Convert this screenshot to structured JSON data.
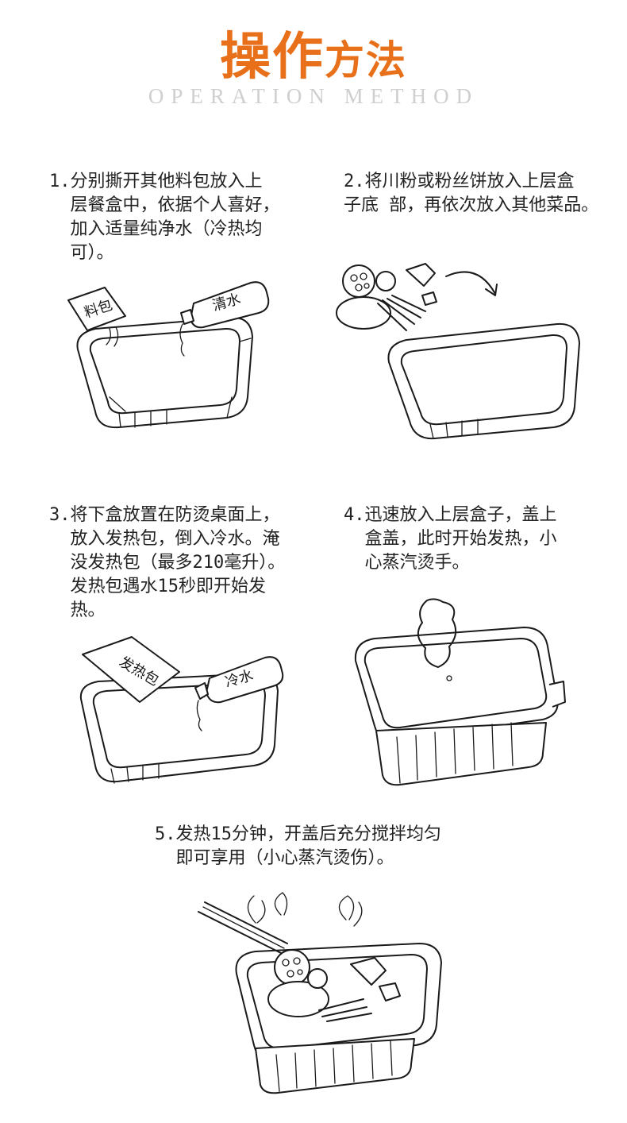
{
  "header": {
    "title_main": "操作",
    "title_small": "方法",
    "subtitle": "OPERATION METHOD"
  },
  "steps": [
    {
      "text": "1.分别撕开其他料包放入上\n  层餐盒中，依据个人喜好，\n  加入适量纯净水（冷热均\n  可）。"
    },
    {
      "text": "2.将川粉或粉丝饼放入上层盒\n子底 部，再依次放入其他菜品。"
    },
    {
      "text": "3.将下盒放置在防烫桌面上，\n  放入发热包，倒入冷水。淹\n  没发热包（最多210毫升）。\n  发热包遇水15秒即开始发\n  热。"
    },
    {
      "text": "4.迅速放入上层盒子，盖上\n  盒盖，此时开始发热，小\n  心蒸汽烫手。"
    },
    {
      "text": "5.发热15分钟，开盖后充分搅拌均匀\n  即可享用（小心蒸汽烫伤）。"
    }
  ],
  "labels": {
    "seasoning_pack": "料包",
    "water_bottle_1": "清水",
    "heating_pack": "发热包",
    "water_bottle_2": "冷水"
  },
  "colors": {
    "accent": "#e8701a",
    "subtitle": "#cfcfcf"
  }
}
